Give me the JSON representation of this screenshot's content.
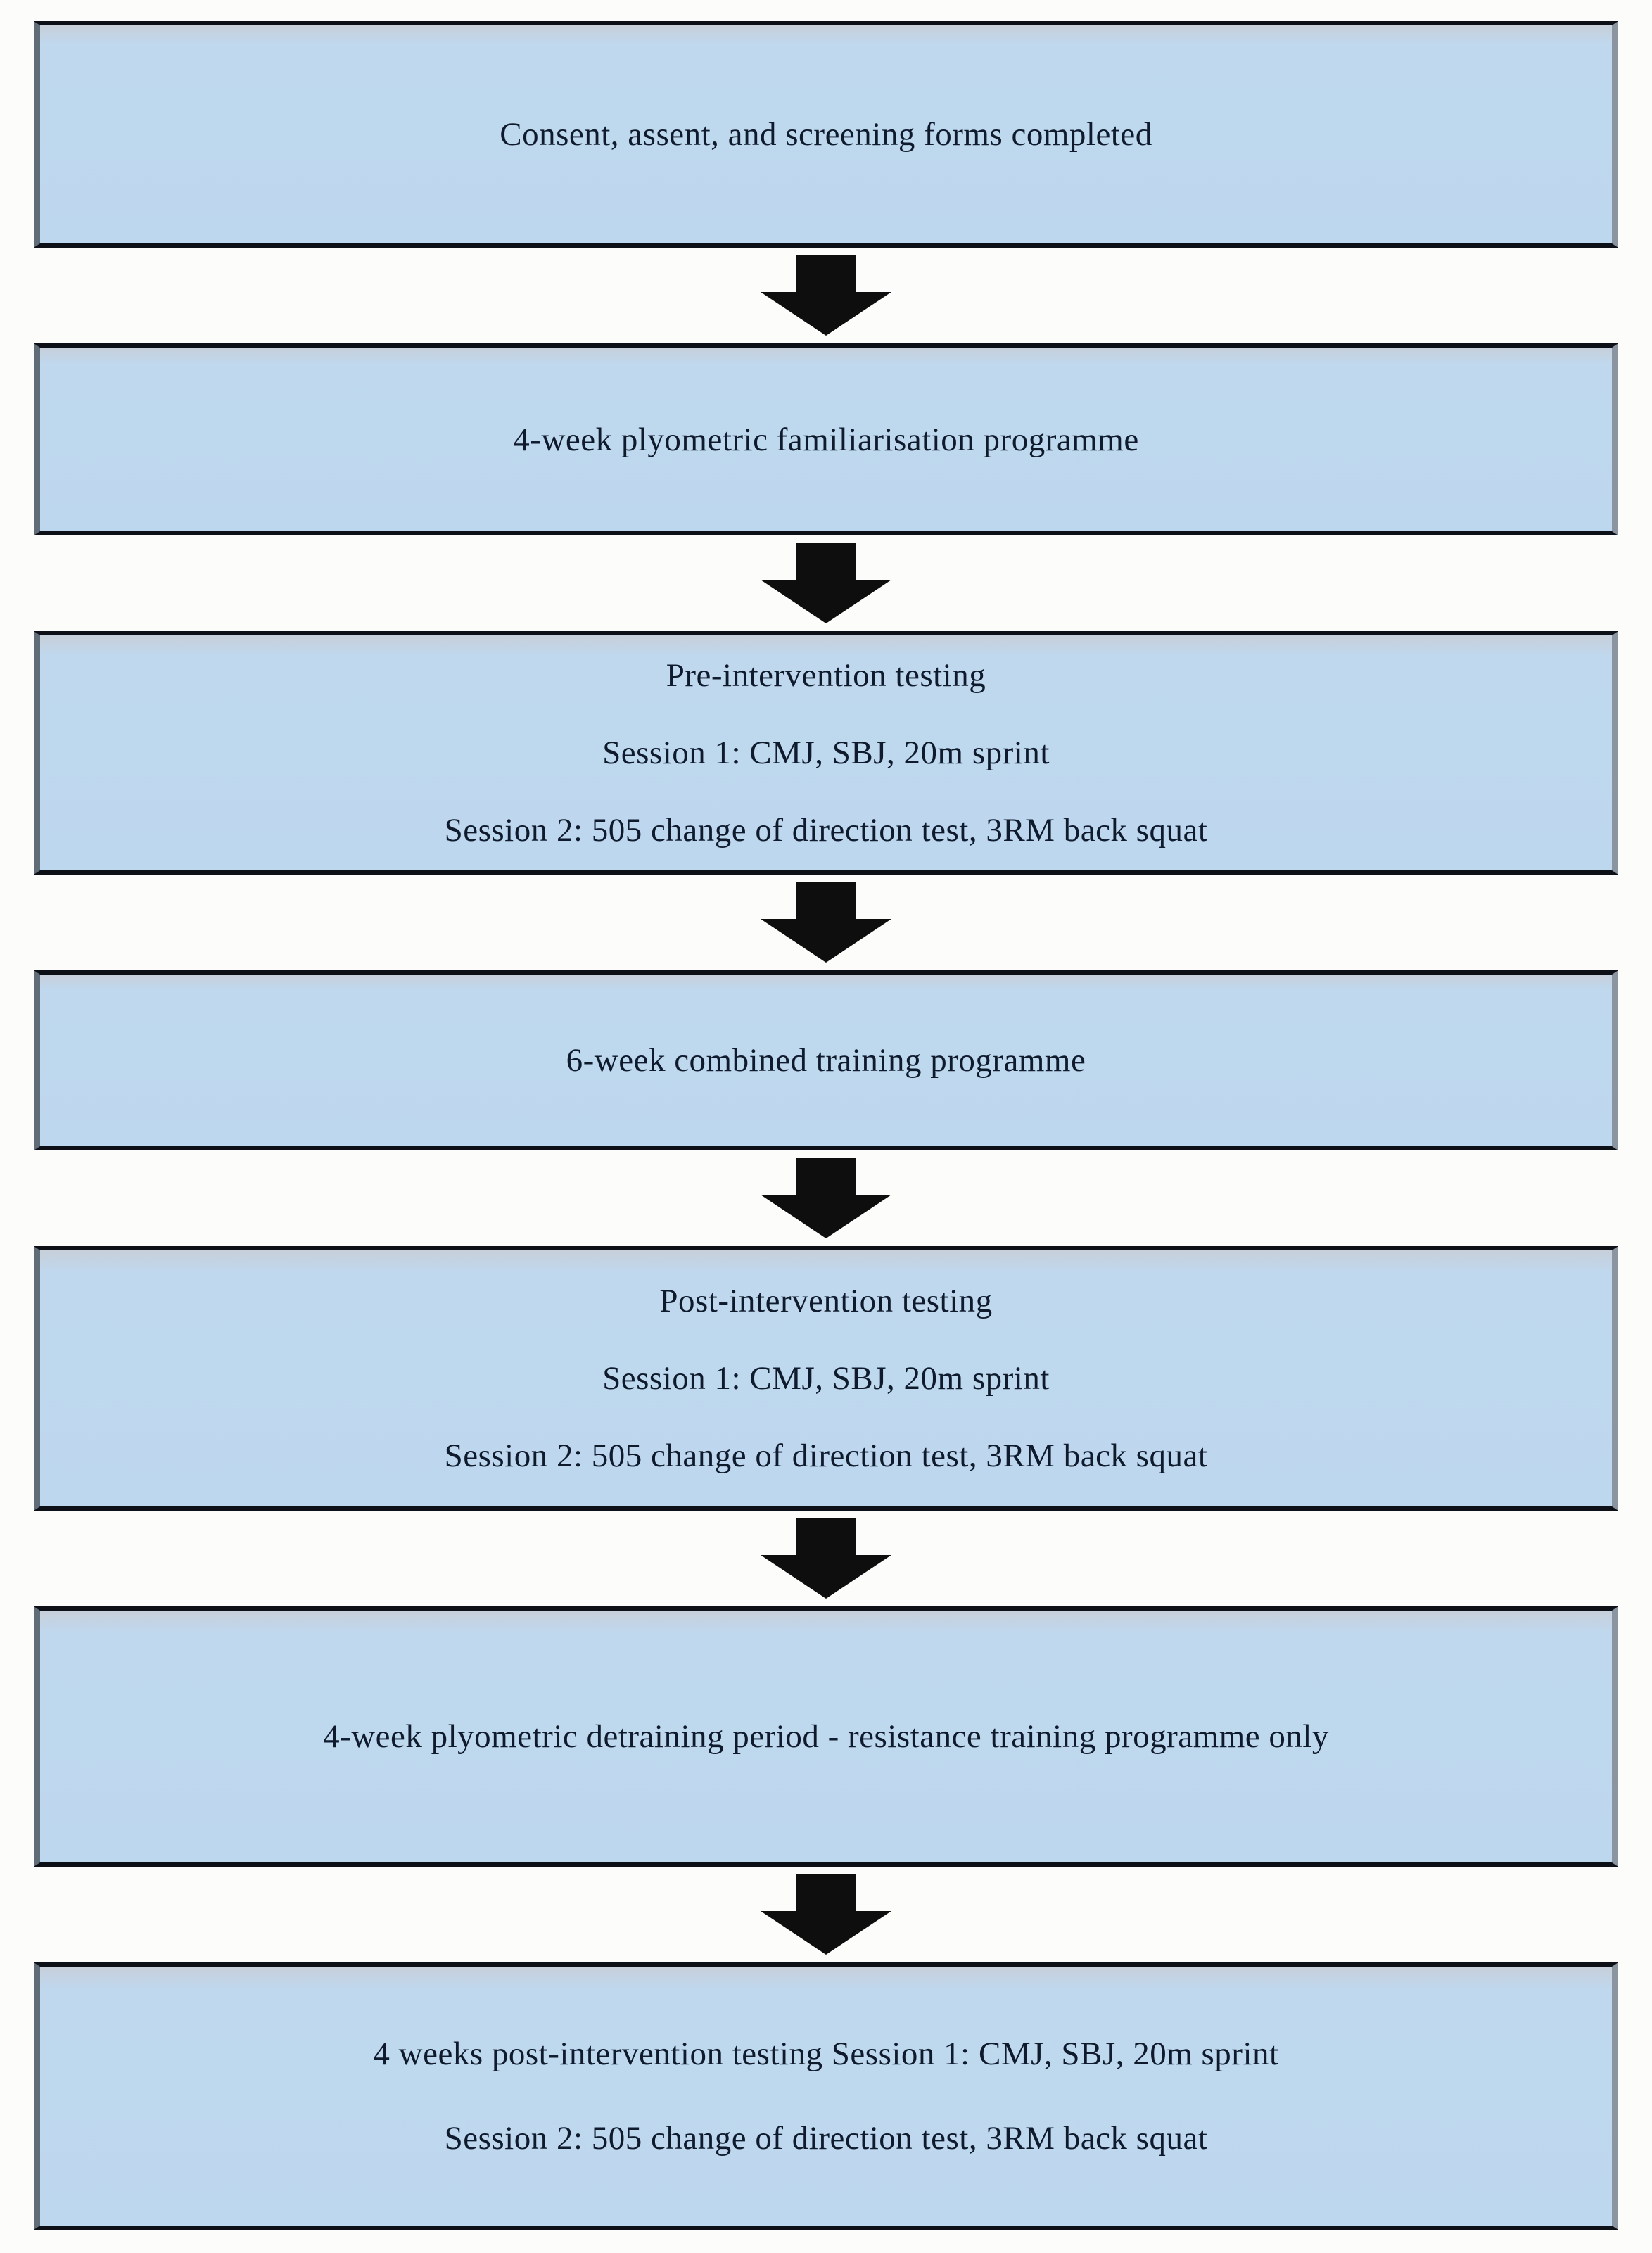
{
  "figure": {
    "type": "flowchart",
    "direction": "top-down",
    "colors": {
      "box_fill": "#bdd7ee",
      "box_border_horizontal": "#0d1016",
      "box_border_left": "#616c79",
      "box_border_right": "#8b95a1",
      "arrow": "#0e0e0e",
      "text": "#0f1b2d",
      "background": "#fcfcfa"
    },
    "boxes": [
      {
        "id": "consent",
        "lines": [
          "Consent, assent, and screening forms completed"
        ]
      },
      {
        "id": "familiarisation",
        "lines": [
          "4-week plyometric familiarisation programme"
        ]
      },
      {
        "id": "pre-intervention-testing",
        "lines": [
          "Pre-intervention testing",
          "Session 1: CMJ, SBJ, 20m sprint",
          "Session 2: 505 change of direction test, 3RM back squat"
        ]
      },
      {
        "id": "combined-training",
        "lines": [
          "6-week combined training programme"
        ]
      },
      {
        "id": "post-intervention-testing",
        "lines": [
          "Post-intervention testing",
          "Session 1: CMJ, SBJ, 20m sprint",
          "Session 2: 505 change of direction test, 3RM back squat"
        ]
      },
      {
        "id": "detraining",
        "lines": [
          "4-week plyometric detraining period - resistance training programme only"
        ]
      },
      {
        "id": "four-weeks-post-testing",
        "lines": [
          "4 weeks post-intervention testing Session 1: CMJ, SBJ, 20m sprint",
          "Session 2: 505 change of direction test, 3RM back squat"
        ]
      }
    ],
    "connector_count": 6
  }
}
